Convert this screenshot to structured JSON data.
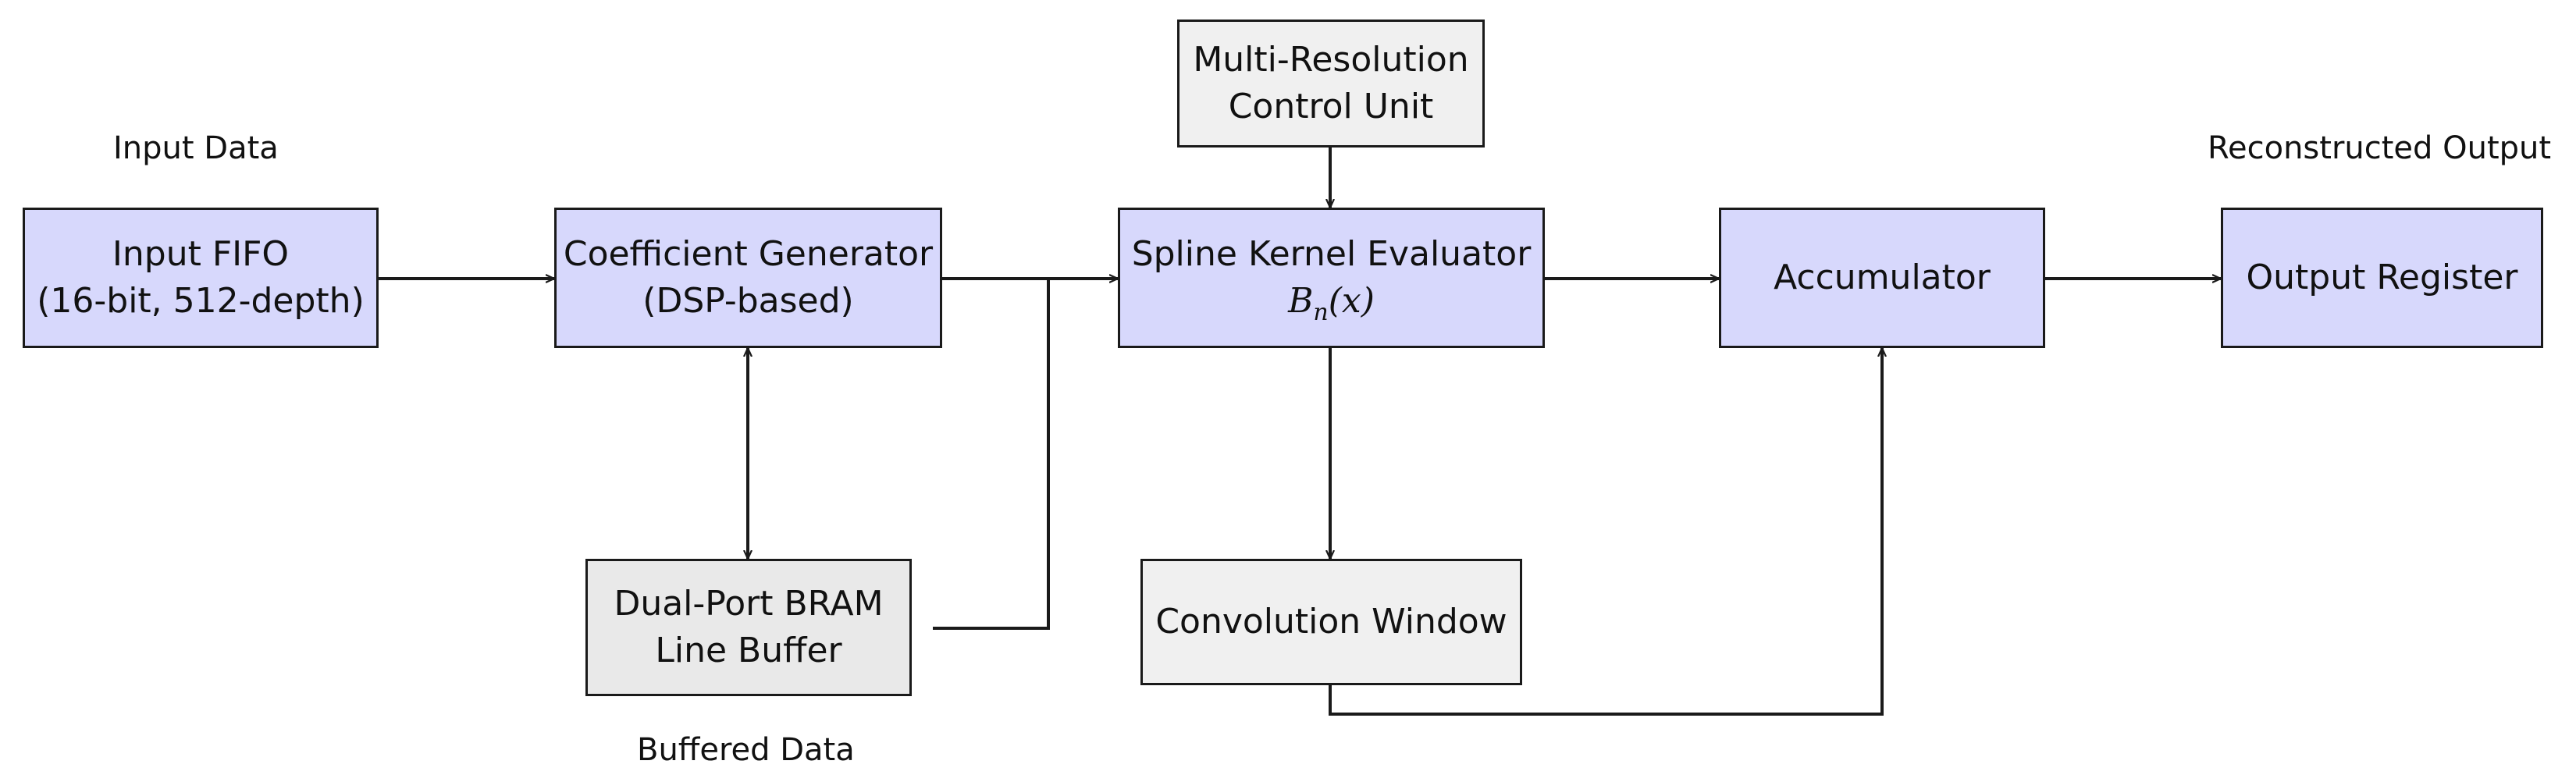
{
  "labels": {
    "input_data": "Input Data",
    "reconstructed_output": "Reconstructed Output",
    "buffered_data": "Buffered Data"
  },
  "boxes": {
    "input_fifo": {
      "line1": "Input FIFO",
      "line2": "(16-bit, 512-depth)"
    },
    "coefficient_generator": {
      "line1": "Coefficient Generator",
      "line2": "(DSP-based)"
    },
    "spline_kernel": {
      "line1": "Spline Kernel Evaluator",
      "math_base": "B",
      "math_sub": "n",
      "math_arg": "(x)"
    },
    "accumulator": {
      "line1": "Accumulator"
    },
    "output_register": {
      "line1": "Output Register"
    },
    "multi_resolution": {
      "line1": "Multi-Resolution",
      "line2": "Control Unit"
    },
    "dual_port_bram": {
      "line1": "Dual-Port BRAM",
      "line2": "Line Buffer"
    },
    "convolution_window": {
      "line1": "Convolution Window"
    }
  }
}
